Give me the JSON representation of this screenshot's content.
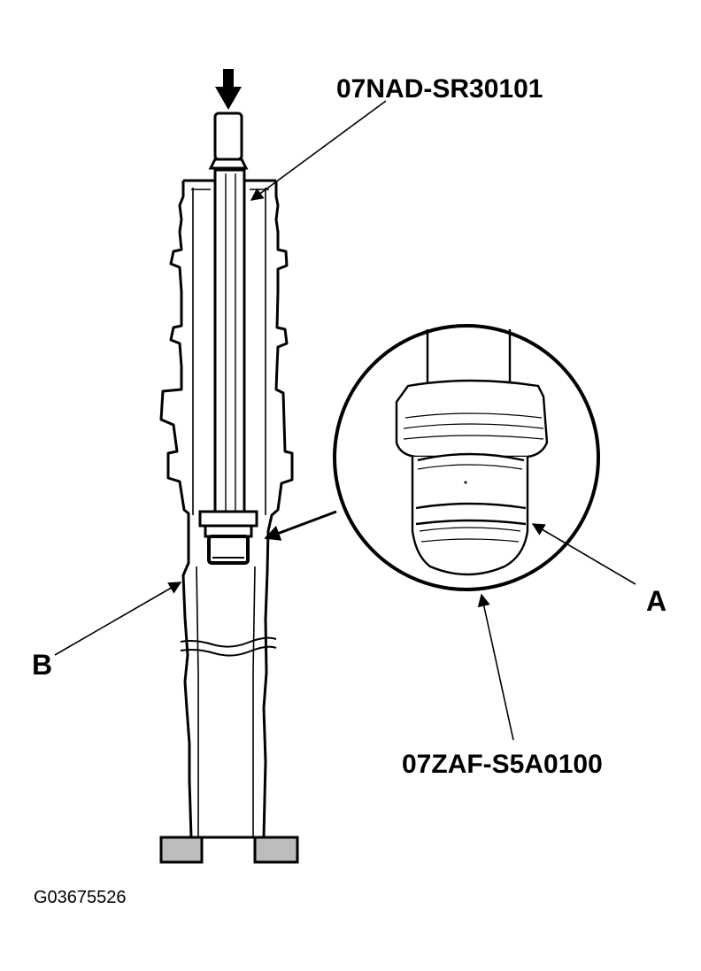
{
  "labels": {
    "tool_top": "07NAD-SR30101",
    "tool_bottom": "07ZAF-S5A0100",
    "callout_a": "A",
    "callout_b": "B",
    "figure_id": "G03675526"
  },
  "colors": {
    "ink": "#000000",
    "paper": "#ffffff",
    "block_fill": "#bdbdbd"
  }
}
